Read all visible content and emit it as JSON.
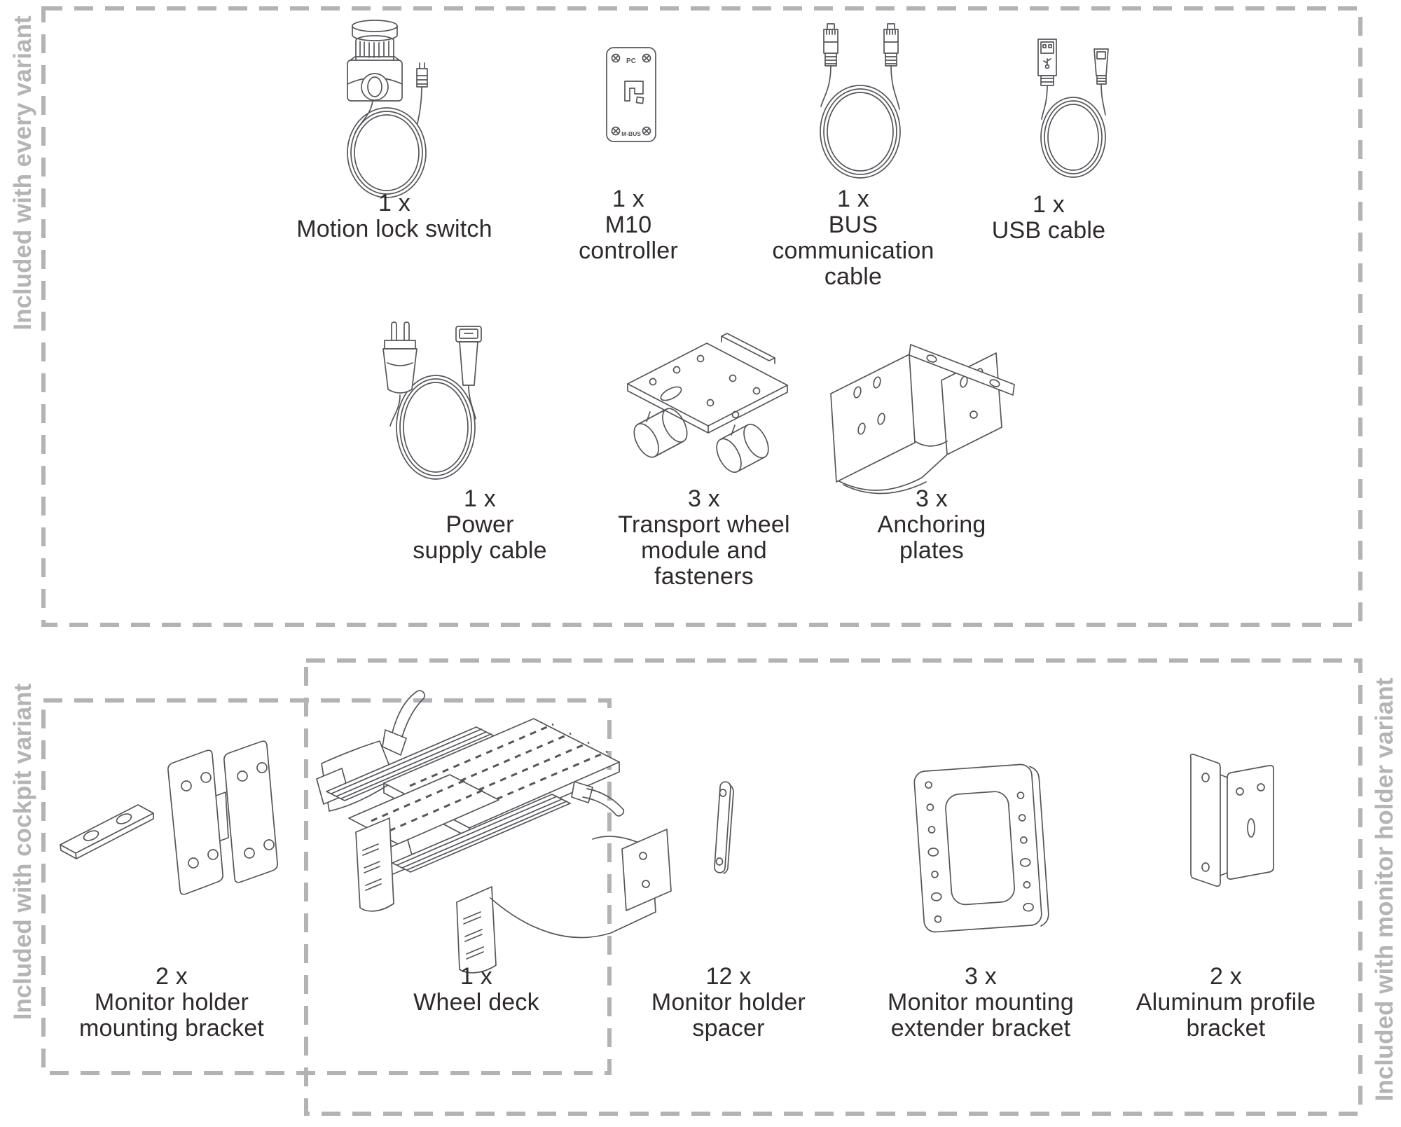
{
  "colors": {
    "background": "#ffffff",
    "dash_border": "#b3b3b5",
    "section_label_gray": "#b4b4b6",
    "item_text": "#2e2a2b",
    "line_art": "#55565a"
  },
  "sections": {
    "every": {
      "label": "Included with every variant",
      "items": [
        {
          "id": "motion-lock-switch",
          "qty": "1 x",
          "name_lines": [
            "Motion lock switch"
          ]
        },
        {
          "id": "m10-controller",
          "qty": "1 x",
          "name_lines": [
            "M10",
            "controller"
          ]
        },
        {
          "id": "bus-communication-cable",
          "qty": "1 x",
          "name_lines": [
            "BUS",
            "communication",
            "cable"
          ]
        },
        {
          "id": "usb-cable",
          "qty": "1 x",
          "name_lines": [
            "USB cable"
          ]
        },
        {
          "id": "power-supply-cable",
          "qty": "1 x",
          "name_lines": [
            "Power",
            "supply cable"
          ]
        },
        {
          "id": "transport-wheel-module",
          "qty": "3 x",
          "name_lines": [
            "Transport wheel",
            "module and",
            "fasteners"
          ]
        },
        {
          "id": "anchoring-plates",
          "qty": "3 x",
          "name_lines": [
            "Anchoring",
            "plates"
          ]
        }
      ]
    },
    "cockpit": {
      "label": "Included with cockpit variant",
      "items": [
        {
          "id": "monitor-holder-mounting-bracket",
          "qty": "2 x",
          "name_lines": [
            "Monitor holder",
            "mounting bracket"
          ]
        }
      ]
    },
    "shared": {
      "items": [
        {
          "id": "wheel-deck",
          "qty": "1 x",
          "name_lines": [
            "Wheel deck"
          ]
        }
      ]
    },
    "monitor": {
      "label": "Included with monitor holder variant",
      "items": [
        {
          "id": "monitor-holder-spacer",
          "qty": "12 x",
          "name_lines": [
            "Monitor holder",
            "spacer"
          ]
        },
        {
          "id": "monitor-mounting-extender-bracket",
          "qty": "3 x",
          "name_lines": [
            "Monitor mounting",
            "extender bracket"
          ]
        },
        {
          "id": "aluminum-profile-bracket",
          "qty": "2 x",
          "name_lines": [
            "Aluminum profile",
            "bracket"
          ]
        }
      ]
    }
  },
  "m10_controller_labels": {
    "top": "PC",
    "bottom": "M-BUS"
  }
}
